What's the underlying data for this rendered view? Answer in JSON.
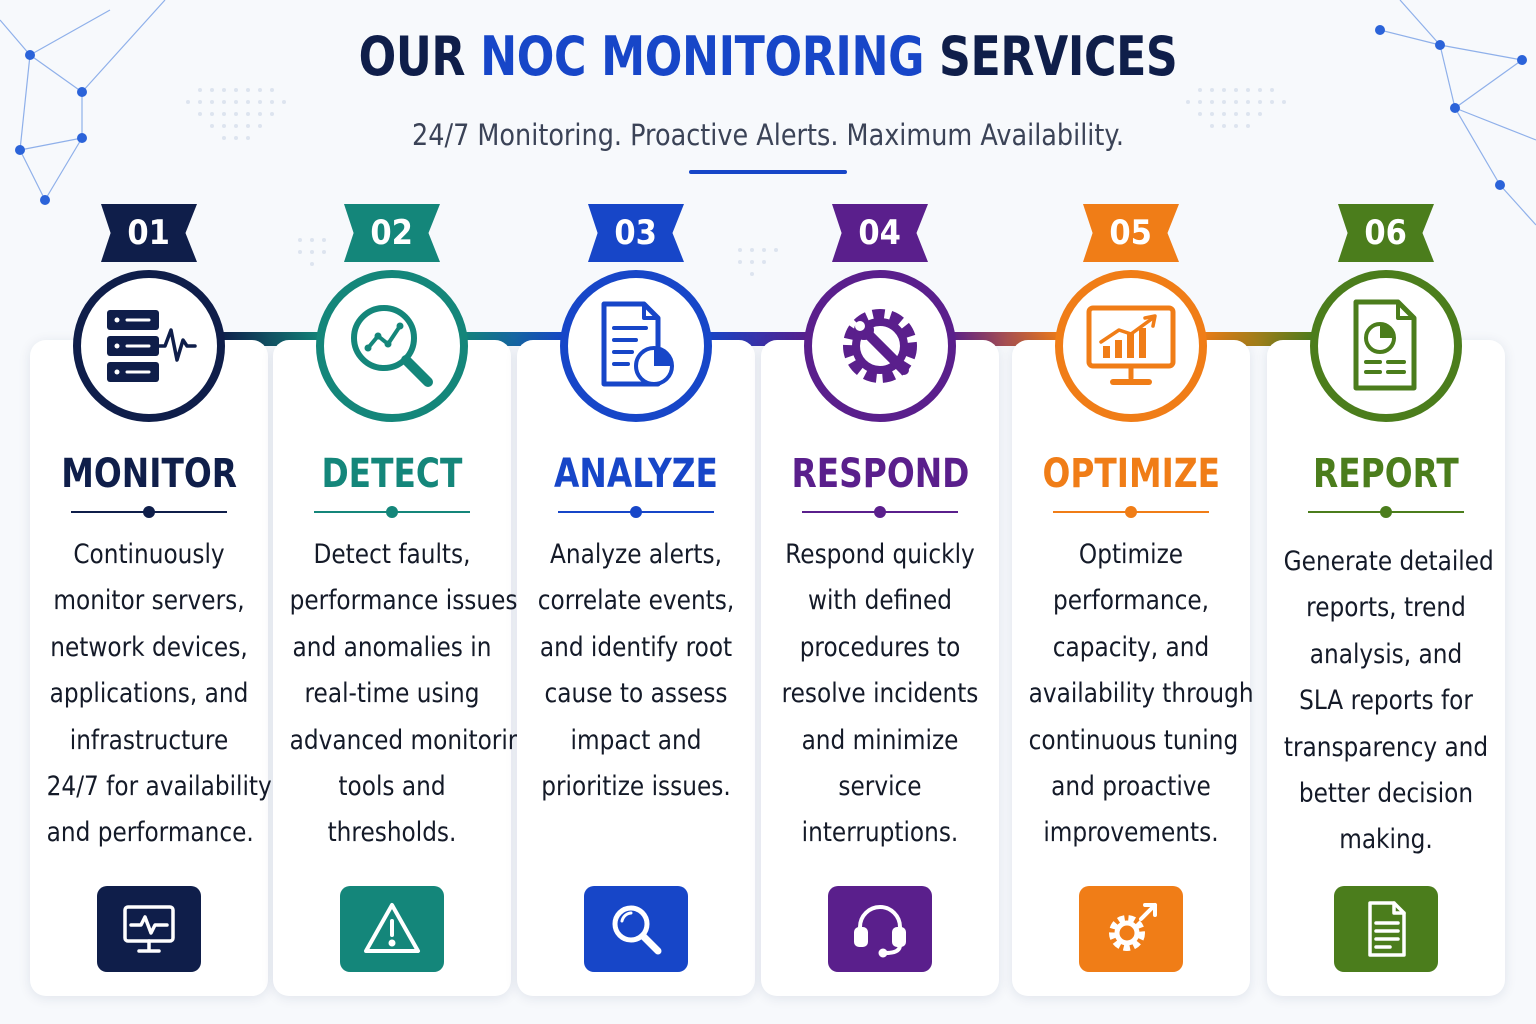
{
  "header": {
    "title_part1": "OUR",
    "title_accent": "NOC MONITORING",
    "title_part2": "SERVICES",
    "subtitle": "24/7 Monitoring. Proactive Alerts. Maximum Availability."
  },
  "colors": {
    "navy": "#0f1e4a",
    "teal": "#14867a",
    "blue": "#1746c8",
    "purple": "#5a1f8c",
    "orange": "#f07d17",
    "green": "#4b7d1c"
  },
  "steps": [
    {
      "number": "01",
      "title": "MONITOR",
      "color": "#0f1e4a",
      "icon": "server-pulse-icon",
      "bottom_icon": "monitor-heartbeat-icon",
      "description_lines": [
        "Continuously",
        "monitor servers,",
        "network devices,",
        "applications, and",
        "infrastructure",
        "24/7 for availability",
        "and performance."
      ]
    },
    {
      "number": "02",
      "title": "DETECT",
      "color": "#14867a",
      "icon": "magnifier-trend-icon",
      "bottom_icon": "warning-icon",
      "description_lines": [
        "Detect faults,",
        "performance issues,",
        "and anomalies in",
        "real-time using",
        "advanced monitoring",
        "tools and",
        "thresholds."
      ]
    },
    {
      "number": "03",
      "title": "ANALYZE",
      "color": "#1746c8",
      "icon": "report-pie-icon",
      "bottom_icon": "search-icon",
      "description_lines": [
        "Analyze alerts,",
        "correlate events,",
        "and identify root",
        "cause to assess",
        "impact and",
        "prioritize issues."
      ]
    },
    {
      "number": "04",
      "title": "RESPOND",
      "color": "#5a1f8c",
      "icon": "gear-wrench-icon",
      "bottom_icon": "headset-icon",
      "description_lines": [
        "Respond quickly",
        "with defined",
        "procedures to",
        "resolve incidents",
        "and minimize",
        "service",
        "interruptions."
      ]
    },
    {
      "number": "05",
      "title": "OPTIMIZE",
      "color": "#f07d17",
      "icon": "monitor-growth-icon",
      "bottom_icon": "gear-arrow-icon",
      "description_lines": [
        "Optimize",
        "performance,",
        "capacity, and",
        "availability through",
        "continuous tuning",
        "and proactive",
        "improvements."
      ]
    },
    {
      "number": "06",
      "title": "REPORT",
      "color": "#4b7d1c",
      "icon": "document-chart-icon",
      "bottom_icon": "document-icon",
      "description_lines": [
        "Generate detailed",
        "reports, trend",
        "analysis, and",
        "SLA reports for",
        "transparency and",
        "better decision",
        "making."
      ]
    }
  ]
}
